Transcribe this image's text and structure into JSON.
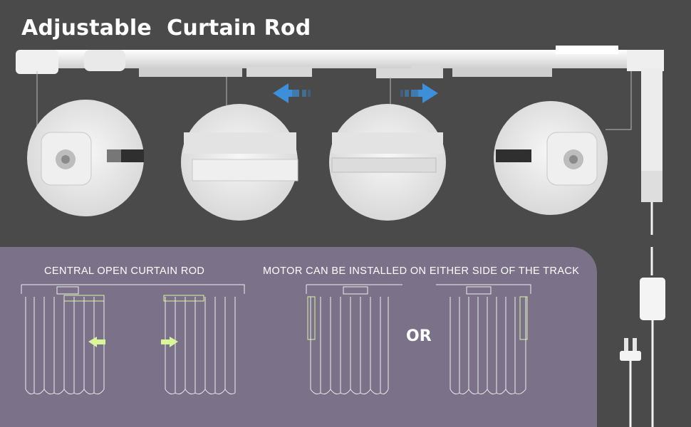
{
  "title": "Adjustable  Curtain Rod",
  "panel": {
    "left_caption": "CENTRAL OPEN CURTAIN ROD",
    "right_caption": "MOTOR CAN BE INSTALLED ON EITHER SIDE OF THE TRACK",
    "or_label": "OR"
  },
  "colors": {
    "background": "#4a4a4a",
    "panel": "#7b7189",
    "arrow_blue": "#3d8fd9",
    "arrow_green": "#d9f59a",
    "rod": "#f2f2f2"
  },
  "icons": [
    "arrow-left-icon",
    "arrow-right-icon",
    "power-plug-icon",
    "power-adapter-icon"
  ]
}
